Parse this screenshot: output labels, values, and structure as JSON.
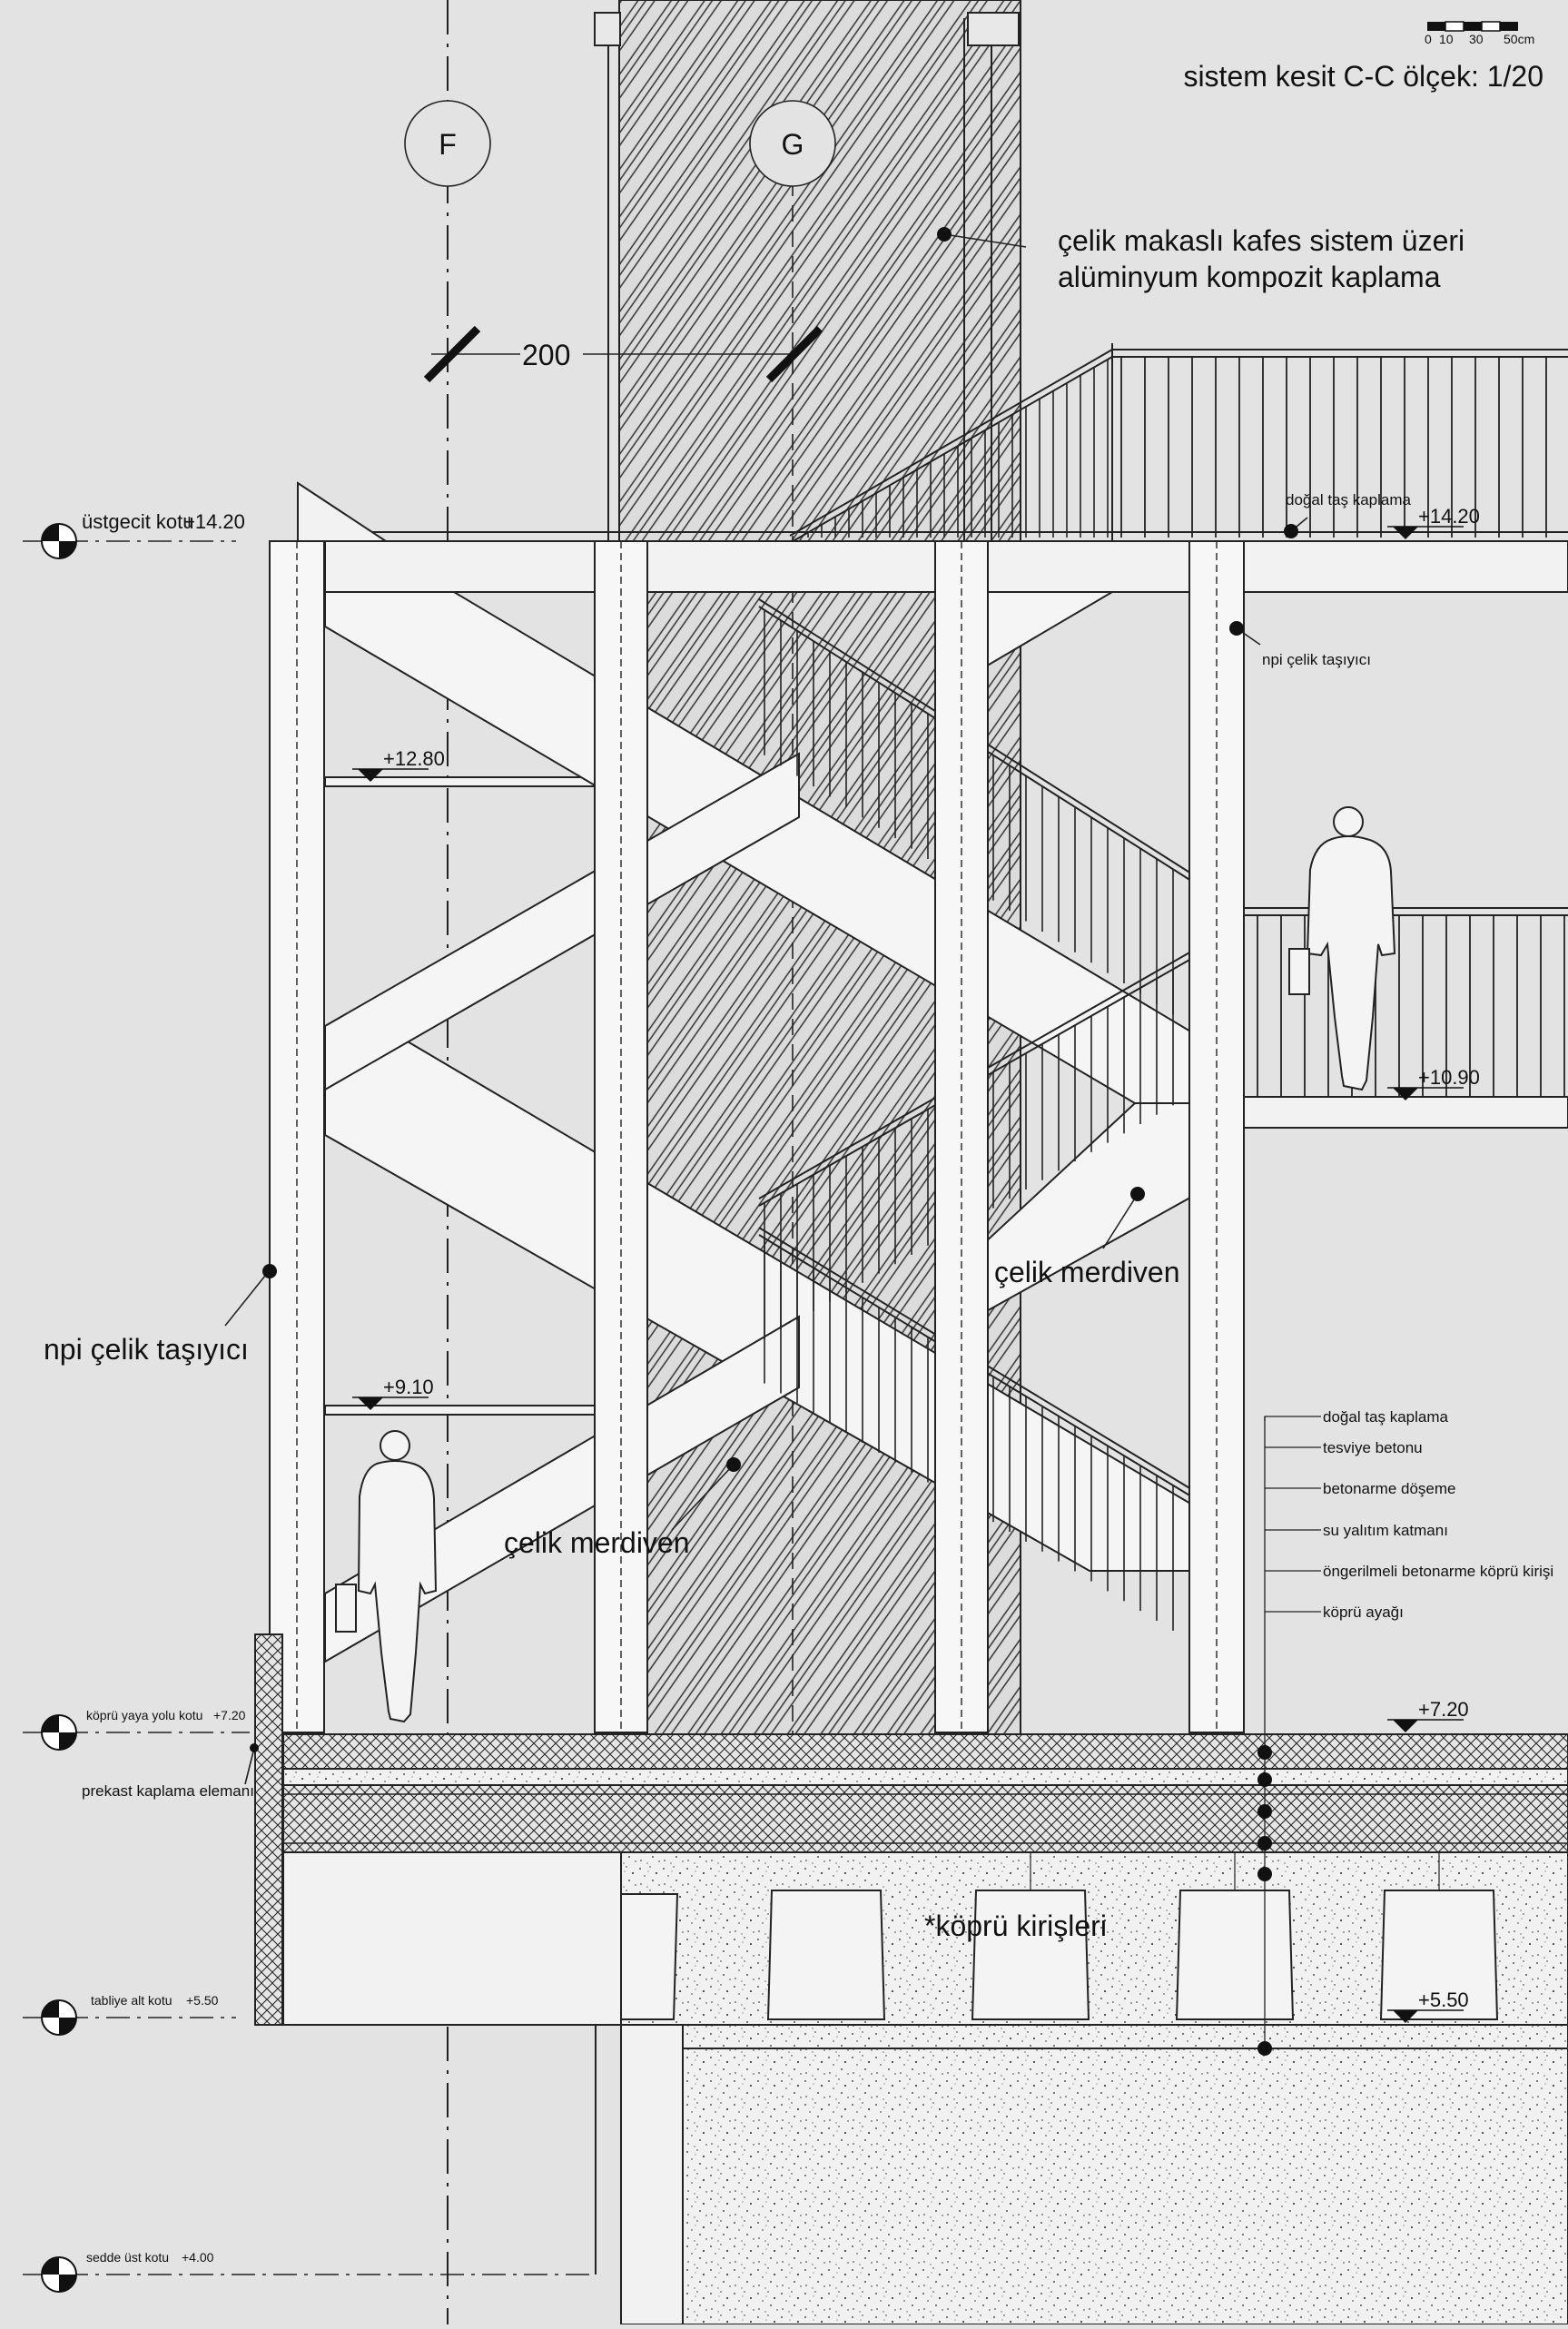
{
  "title": "sistem kesit C-C ölçek: 1/20",
  "scale_bar": {
    "ticks": [
      "0",
      "10",
      "30",
      "50cm"
    ]
  },
  "grid_axes": [
    {
      "label": "F"
    },
    {
      "label": "G"
    }
  ],
  "dimension": "200",
  "levels": {
    "ustgecit": {
      "name": "üstgecit kotu",
      "value": "+14.20"
    },
    "kopru_yaya": {
      "name": "köprü yaya yolu kotu",
      "value": "+7.20"
    },
    "tabliye": {
      "name": "tabliye alt kotu",
      "value": "+5.50"
    },
    "sedde": {
      "name": "sedde üst kotu",
      "value": "+4.00"
    }
  },
  "elevation_marks": {
    "m1420": "+14.20",
    "m1280": "+12.80",
    "m1090": "+10.90",
    "m910": "+9.10",
    "m720": "+7.20",
    "m550": "+5.50"
  },
  "labels": {
    "facade_1": "çelik makaslı kafes sistem üzeri",
    "facade_2": "alüminyum kompozit kaplama",
    "dogal_tas_top": "doğal taş kaplama",
    "npi_small": "npi çelik taşıyıcı",
    "npi_large": "npi çelik taşıyıcı",
    "celik_merdiven_1": "çelik merdiven",
    "celik_merdiven_2": "çelik merdiven",
    "prekast": "prekast kaplama elemanı",
    "kopru_kirisleri": "*köprü kirişleri"
  },
  "layers": [
    "doğal taş kaplama",
    "tesviye betonu",
    "betonarme döşeme",
    "su yalıtım katmanı",
    "öngerilmeli betonarme köprü kirişi",
    "köprü ayağı"
  ]
}
